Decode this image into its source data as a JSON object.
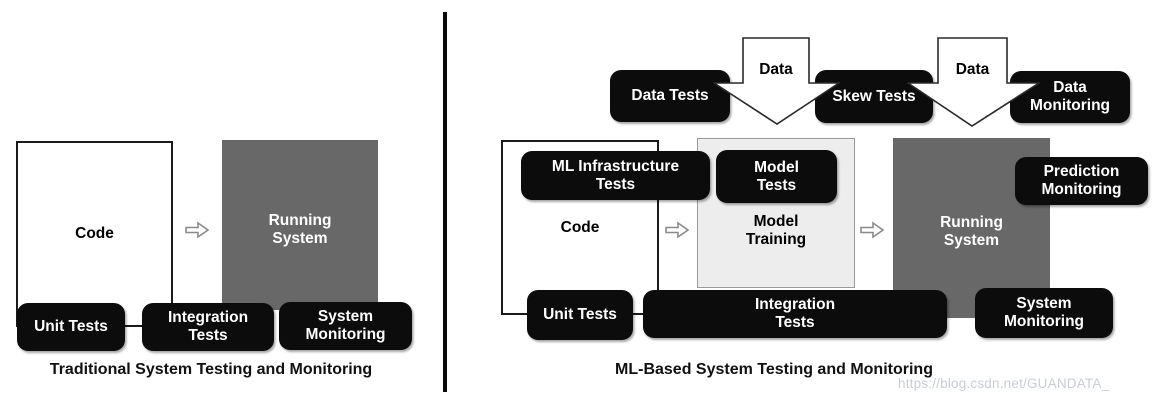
{
  "colors": {
    "dark_gray_box": "#686868",
    "light_gray_box": "#ededed",
    "black_box": "#0c0c0c",
    "box_text_light": "#ffffff",
    "text_dark": "#111111",
    "watermark_gray": "#c9ced4"
  },
  "left_panel": {
    "caption": "Traditional System Testing and Monitoring",
    "code_box": [
      "Code"
    ],
    "running_system_box": [
      "Running",
      "System"
    ],
    "unit_tests_box": [
      "Unit Tests"
    ],
    "integration_tests_box": [
      "Integration",
      "Tests"
    ],
    "system_monitoring_box": [
      "System",
      "Monitoring"
    ]
  },
  "right_panel": {
    "caption": "ML-Based System Testing and Monitoring",
    "data_tests_box": [
      "Data Tests"
    ],
    "skew_tests_box": [
      "Skew Tests"
    ],
    "data_monitoring_box": [
      "Data",
      "Monitoring"
    ],
    "data_arrow_label_1": "Data",
    "data_arrow_label_2": "Data",
    "ml_infrastructure_tests_box": [
      "ML Infrastructure",
      "Tests"
    ],
    "code_box": [
      "Code"
    ],
    "model_training_box": [
      "Model",
      "Training"
    ],
    "model_tests_box": [
      "Model",
      "Tests"
    ],
    "running_system_box": [
      "Running",
      "System"
    ],
    "prediction_monitoring_box": [
      "Prediction",
      "Monitoring"
    ],
    "unit_tests_box": [
      "Unit Tests"
    ],
    "integration_tests_box": [
      "Integration",
      "Tests"
    ],
    "system_monitoring_box": [
      "System",
      "Monitoring"
    ]
  },
  "watermark": "https://blog.csdn.net/GUANDATA_"
}
